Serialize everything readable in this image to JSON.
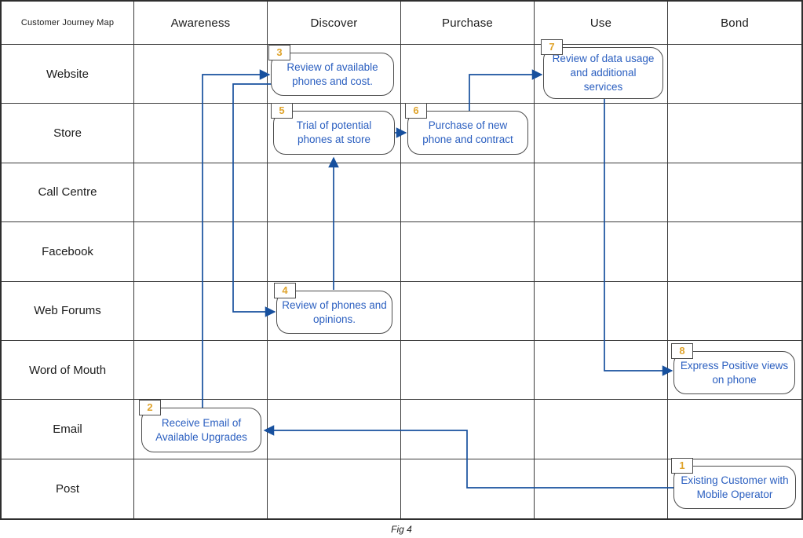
{
  "title": "Customer Journey Map",
  "caption": "Fig 4",
  "columns": [
    "Awareness",
    "Discover",
    "Purchase",
    "Use",
    "Bond"
  ],
  "rows": [
    "Website",
    "Store",
    "Call Centre",
    "Facebook",
    "Web Forums",
    "Word of Mouth",
    "Email",
    "Post"
  ],
  "boxes": [
    {
      "number": "1",
      "text": "Existing Customer with Mobile Operator",
      "row": "Post",
      "column": "Bond"
    },
    {
      "number": "2",
      "text": "Receive Email of Available Upgrades",
      "row": "Email",
      "column": "Awareness"
    },
    {
      "number": "3",
      "text": "Review of available phones and cost.",
      "row": "Website",
      "column": "Discover"
    },
    {
      "number": "4",
      "text": "Review of phones and opinions.",
      "row": "Web Forums",
      "column": "Discover"
    },
    {
      "number": "5",
      "text": "Trial of potential phones at store",
      "row": "Store",
      "column": "Discover"
    },
    {
      "number": "6",
      "text": "Purchase of new phone and contract",
      "row": "Store",
      "column": "Purchase"
    },
    {
      "number": "7",
      "text": "Review of data usage and additional services",
      "row": "Website",
      "column": "Use"
    },
    {
      "number": "8",
      "text": "Express Positive views on phone",
      "row": "Word of Mouth",
      "column": "Bond"
    }
  ],
  "connections": [
    {
      "from": "1",
      "to": "2"
    },
    {
      "from": "2",
      "to": "3"
    },
    {
      "from": "3",
      "to": "4"
    },
    {
      "from": "4",
      "to": "5"
    },
    {
      "from": "5",
      "to": "6"
    },
    {
      "from": "6",
      "to": "7"
    },
    {
      "from": "7",
      "to": "8"
    }
  ],
  "colors": {
    "connector_blue": "#17509e",
    "box_text_blue": "#2b5fc0",
    "step_number_orange": "#dfa32b",
    "grid_line": "#3b3b3b"
  }
}
